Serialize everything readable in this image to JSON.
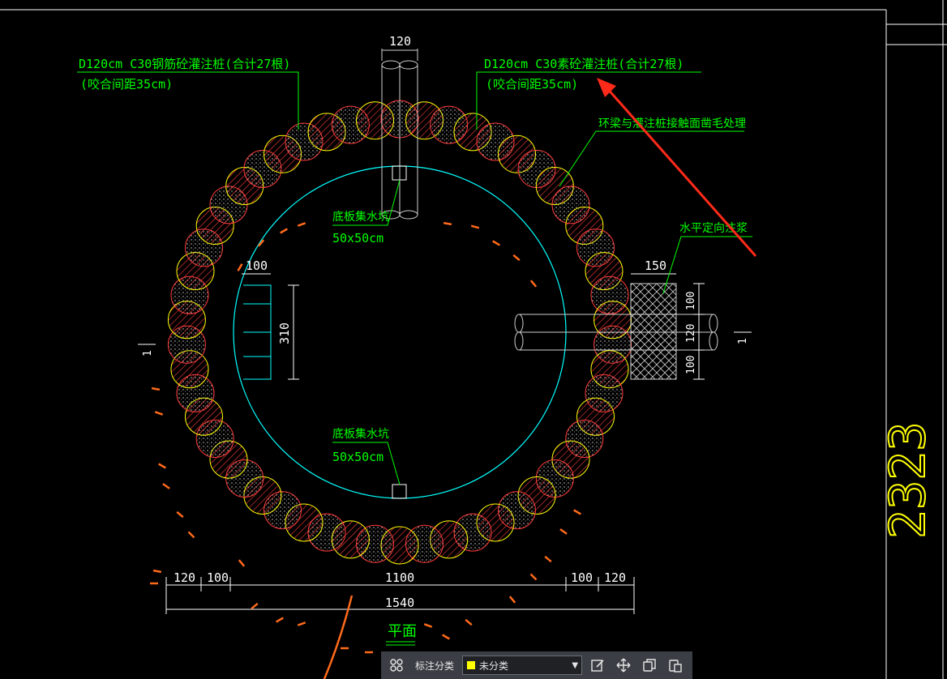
{
  "drawing": {
    "colors": {
      "annotation": "#00ff00",
      "ring": "#00ffff",
      "pile_outline": "#ffff00",
      "pile_hatch": "#ff3b3b",
      "arrow": "#ff2a1a",
      "dim": "#ffffff",
      "orange": "#ff6a1a"
    },
    "labels": {
      "reinforced_pile_line1": "D120cm C30钢筋砼灌注桩(合计27根)",
      "reinforced_pile_line2": "(咬合间距35cm)",
      "plain_pile_line1": "D120cm C30素砼灌注桩(合计27根)",
      "plain_pile_line2": "(咬合间距35cm)",
      "ring_beam_note": "环梁与灌注桩接触面凿毛处理",
      "grouting_note": "水平定向注浆",
      "sump_top_line1": "底板集水坑",
      "sump_top_line2": "50x50cm",
      "sump_bottom_line1": "底板集水坑",
      "sump_bottom_line2": "50x50cm",
      "plan_title": "平面",
      "section_mark_left": "1",
      "section_mark_right": "1",
      "sheet_number": "2323"
    },
    "dimensions": {
      "top_pipe_width": "120",
      "left_box_width": "100",
      "left_box_height": "310",
      "right_box_width": "150",
      "right_h1": "100",
      "right_h2": "120",
      "right_h3": "100",
      "bottom_d1": "120",
      "bottom_d2": "100",
      "bottom_d3": "1100",
      "bottom_d4": "100",
      "bottom_d5": "120",
      "bottom_total": "1540"
    }
  },
  "toolbar": {
    "grid_icon": "grid-icon",
    "category_label": "标注分类",
    "category_value": "未分类",
    "category_color": "#ffff00",
    "edit_icon": "edit-icon",
    "move_icon": "move-icon",
    "copy_icon": "copy-icon",
    "paste_icon": "paste-icon"
  }
}
